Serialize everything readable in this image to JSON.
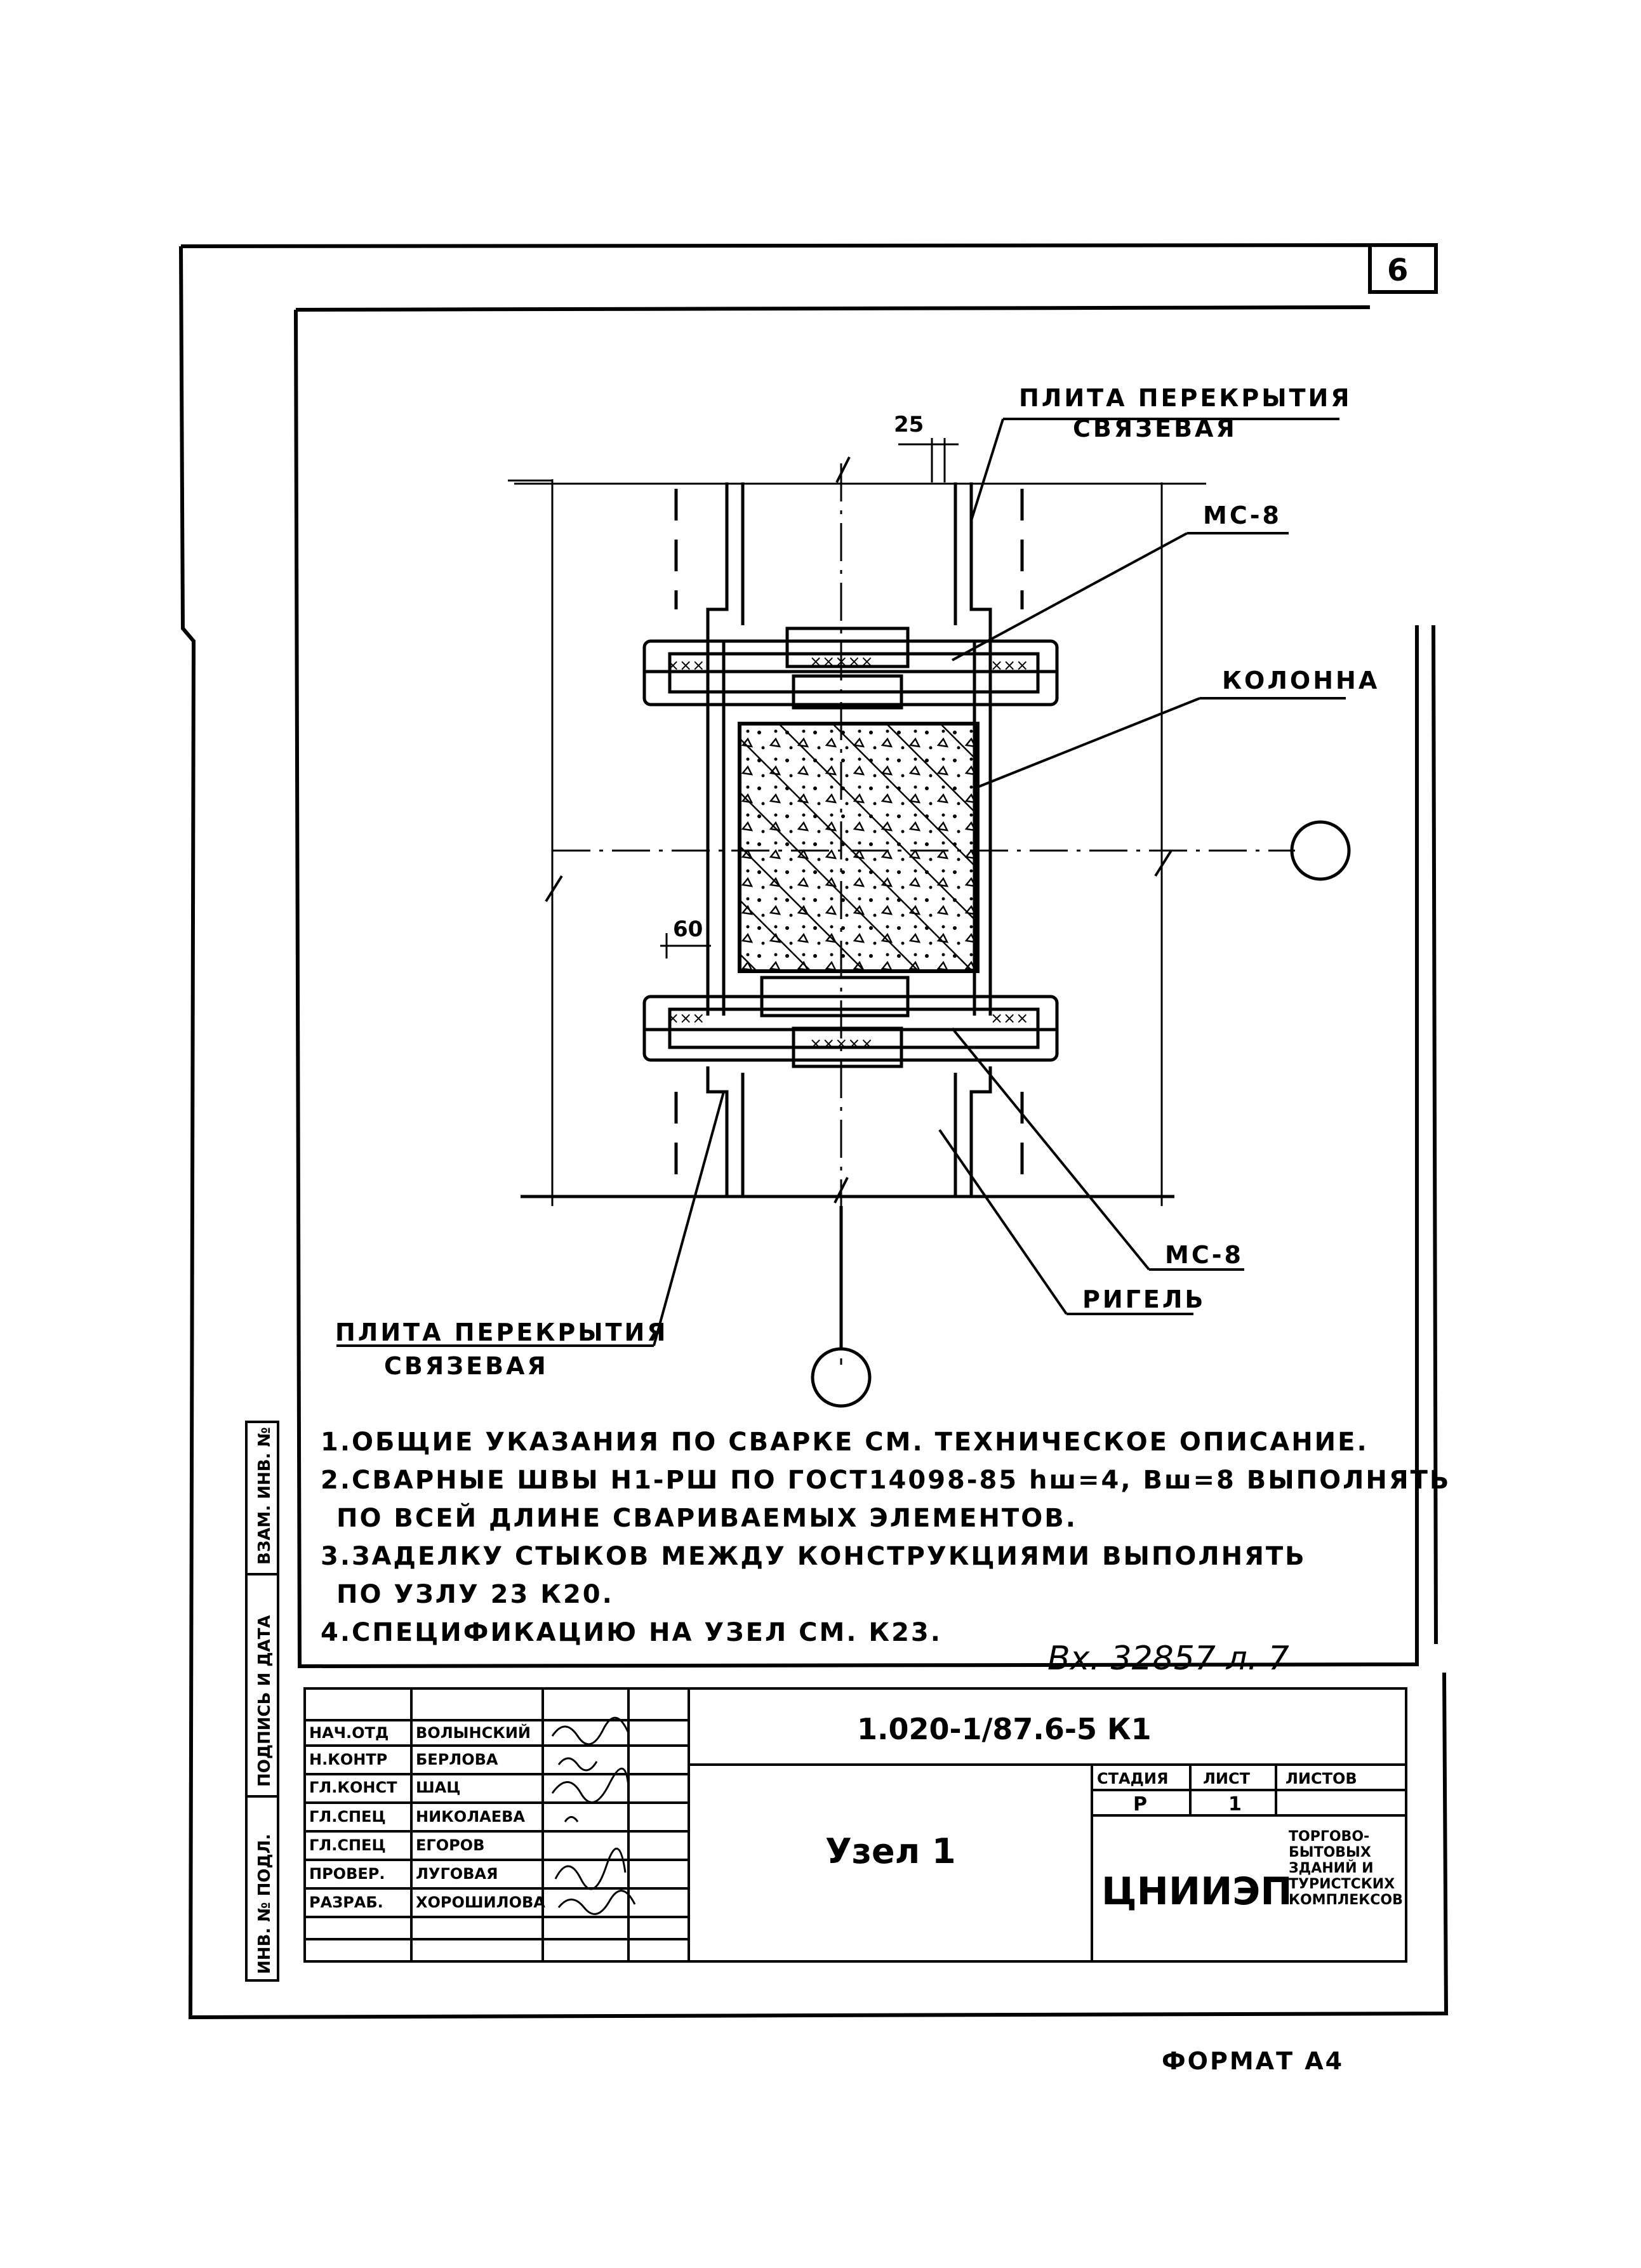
{
  "sheet": {
    "page_number": "6",
    "format_label": "ФОРМАТ А4",
    "inbound_number": "Вх. 32857 л. 7"
  },
  "drawing": {
    "slab_top_label_1": "ПЛИТА ПЕРЕКРЫТИЯ",
    "slab_top_label_2": "СВЯЗЕВАЯ",
    "dim_top": "25",
    "ms8_top": "МС-8",
    "column_label": "КОЛОННА",
    "dim_left": "60",
    "ms8_bottom": "МС-8",
    "rigel_label": "РИГЕЛЬ",
    "slab_bottom_label_1": "ПЛИТА ПЕРЕКРЫТИЯ",
    "slab_bottom_label_2": "СВЯЗЕВАЯ"
  },
  "notes": [
    "1.ОБЩИЕ УКАЗАНИЯ ПО СВАРКЕ СМ. ТЕХНИЧЕСКОЕ ОПИСАНИЕ.",
    "2.СВАРНЫЕ ШВЫ Н1-РШ ПО ГОСТ14098-85 hш=4, Вш=8 ВЫПОЛНЯТЬ",
    "ПО ВСЕЙ ДЛИНЕ СВАРИВАЕМЫХ ЭЛЕМЕНТОВ.",
    "3.ЗАДЕЛКУ СТЫКОВ МЕЖДУ КОНСТРУКЦИЯМИ ВЫПОЛНЯТЬ",
    "ПО УЗЛУ 23 К20.",
    "4.СПЕЦИФИКАЦИЮ НА УЗЕЛ СМ. К23."
  ],
  "side_stamp": [
    "ИНВ. № ПОДЛ.",
    "ПОДПИСЬ И ДАТА",
    "ВЗАМ. ИНВ. №"
  ],
  "title_block": {
    "doc_code": "1.020-1/87.6-5  К1",
    "title": "Узел 1",
    "stage_header": "СТАДИЯ",
    "sheet_header": "ЛИСТ",
    "sheets_header": "ЛИСТОВ",
    "stage_value": "Р",
    "sheet_value": "1",
    "org": "ЦНИИЭП",
    "org_sub": [
      "ТОРГОВО-",
      "БЫТОВЫХ",
      "ЗДАНИЙ И",
      "ТУРИСТСКИХ",
      "КОМПЛЕКСОВ"
    ],
    "staff": [
      {
        "role": "НАЧ.ОТД",
        "name": "ВОЛЫНСКИЙ"
      },
      {
        "role": "Н.КОНТР",
        "name": "БЕРЛОВА"
      },
      {
        "role": "ГЛ.КОНСТ",
        "name": "ШАЦ"
      },
      {
        "role": "ГЛ.СПЕЦ",
        "name": "НИКОЛАЕВА"
      },
      {
        "role": "ГЛ.СПЕЦ",
        "name": "ЕГОРОВ"
      },
      {
        "role": "ПРОВЕР.",
        "name": "ЛУГОВАЯ"
      },
      {
        "role": "РАЗРАБ.",
        "name": "ХОРОШИЛОВА"
      }
    ]
  }
}
